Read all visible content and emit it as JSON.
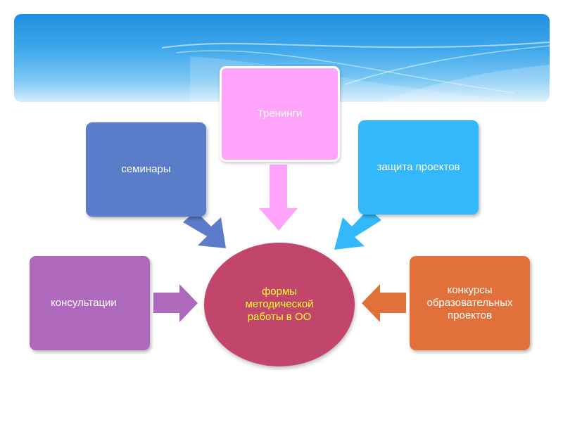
{
  "center": {
    "label": "формы методической работы в ОО"
  },
  "nodes": {
    "top": "Тренинги",
    "seminars": "семинары",
    "protection": "защита проектов",
    "consultations": "консультации",
    "contests": "конкурсы образовательных проектов"
  },
  "colors": {
    "banner": "#3fa8ec",
    "top": "#ffa3fb",
    "seminars": "#5b7cc9",
    "protection": "#33b8fb",
    "consultations": "#ae69bd",
    "contests": "#e1703b",
    "center": "#c2456c",
    "center_text": "#ffff2a"
  }
}
